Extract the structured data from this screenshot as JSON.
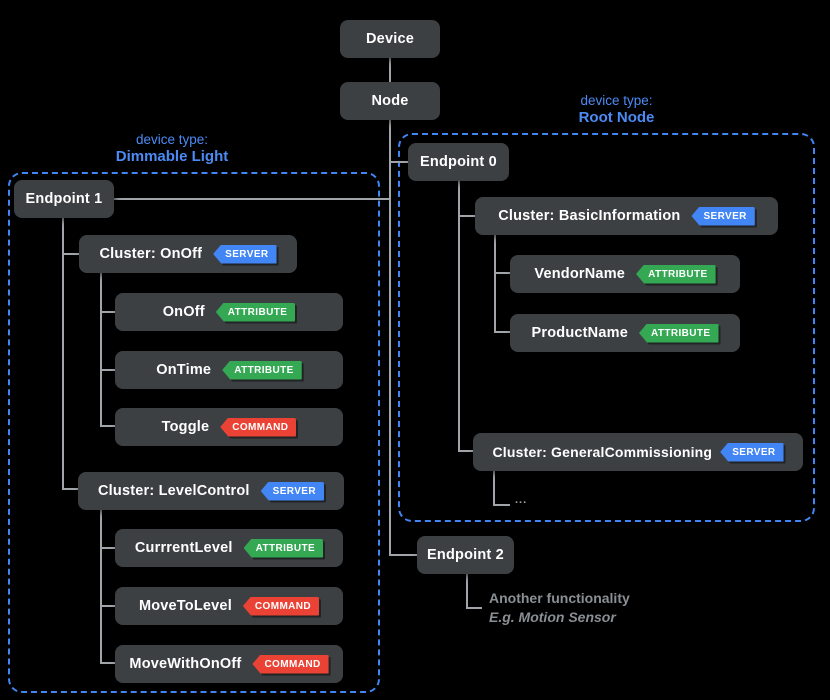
{
  "colors": {
    "background": "#000000",
    "box_fill": "#3c4043",
    "box_text": "#ffffff",
    "connector_line": "#a1a5aa",
    "accent_blue": "#4285f4",
    "badge_server": "#4285f4",
    "badge_attribute": "#34a853",
    "badge_command": "#ea4335",
    "note_text": "#8a8f94"
  },
  "nodes": {
    "device": {
      "label": "Device"
    },
    "node": {
      "label": "Node"
    },
    "endpoint0": {
      "label": "Endpoint 0"
    },
    "endpoint1": {
      "label": "Endpoint 1"
    },
    "endpoint2": {
      "label": "Endpoint 2"
    },
    "cluster_onoff": {
      "label": "Cluster: OnOff",
      "badge": "SERVER"
    },
    "attr_onoff": {
      "label": "OnOff",
      "badge": "ATTRIBUTE"
    },
    "attr_ontime": {
      "label": "OnTime",
      "badge": "ATTRIBUTE"
    },
    "cmd_toggle": {
      "label": "Toggle",
      "badge": "COMMAND"
    },
    "cluster_levelcontrol": {
      "label": "Cluster: LevelControl",
      "badge": "SERVER"
    },
    "attr_currrentlevel": {
      "label": "CurrrentLevel",
      "badge": "ATTRIBUTE"
    },
    "cmd_movetolevel": {
      "label": "MoveToLevel",
      "badge": "COMMAND"
    },
    "cmd_movewithonoff": {
      "label": "MoveWithOnOff",
      "badge": "COMMAND"
    },
    "cluster_basicinformation": {
      "label": "Cluster: BasicInformation",
      "badge": "SERVER"
    },
    "attr_vendorname": {
      "label": "VendorName",
      "badge": "ATTRIBUTE"
    },
    "attr_productname": {
      "label": "ProductName",
      "badge": "ATTRIBUTE"
    },
    "cluster_generalcommissioning": {
      "label": "Cluster: GeneralCommissioning",
      "badge": "SERVER"
    }
  },
  "captions": {
    "dimmable_light": {
      "line1": "device type:",
      "line2": "Dimmable Light"
    },
    "root_node": {
      "line1": "device type:",
      "line2": "Root Node"
    }
  },
  "notes": {
    "general_commissioning_ellipsis": "...",
    "endpoint2_line1": "Another functionality",
    "endpoint2_line2": "E.g. Motion Sensor"
  }
}
